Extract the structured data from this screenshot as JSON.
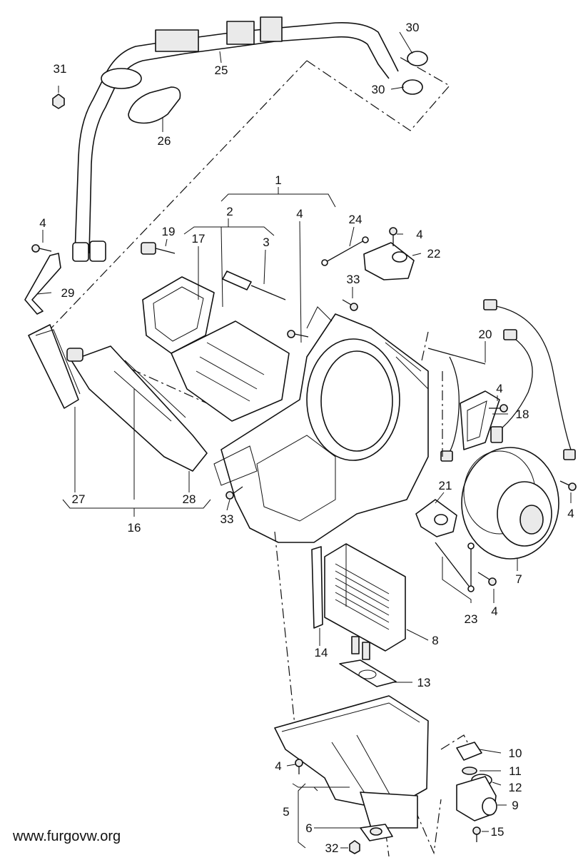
{
  "labels": {
    "l1": "1",
    "l2": "2",
    "l3": "3",
    "l4a": "4",
    "l4b": "4",
    "l4c": "4",
    "l4d": "4",
    "l4e": "4",
    "l4f": "4",
    "l4g": "4",
    "l5": "5",
    "l6": "6",
    "l7": "7",
    "l8": "8",
    "l9": "9",
    "l10": "10",
    "l11": "11",
    "l12": "12",
    "l13": "13",
    "l14": "14",
    "l15": "15",
    "l16": "16",
    "l17": "17",
    "l18": "18",
    "l19": "19",
    "l20": "20",
    "l21": "21",
    "l22": "22",
    "l23": "23",
    "l24": "24",
    "l25": "25",
    "l26": "26",
    "l27": "27",
    "l28": "28",
    "l29": "29",
    "l30a": "30",
    "l30b": "30",
    "l31": "31",
    "l32": "32",
    "l33a": "33",
    "l33b": "33"
  },
  "watermark": "www.furgovw.org"
}
